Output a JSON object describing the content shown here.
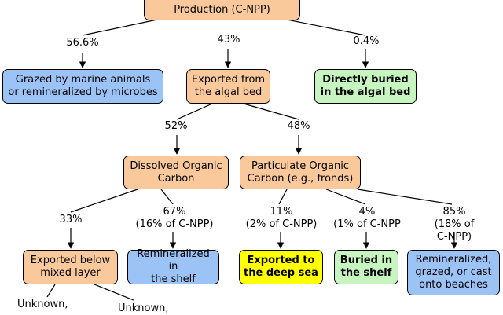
{
  "nodes": {
    "root": "Production (C-NPP)",
    "grazed": "Grazed by marine animals\nor remineralized by microbes",
    "exported_algal": "Exported from\nthe algal bed",
    "buried_algal": "Directly buried\nin the algal bed",
    "doc": "Dissolved Organic\nCarbon",
    "poc": "Particulate Organic\nCarbon (e.g., fronds)",
    "exported_below": "Exported below\nmixed layer",
    "remin_shelf": "Remineralized in\nthe shelf",
    "deep_sea": "Exported to\nthe deep sea",
    "buried_shelf": "Buried in\nthe shelf",
    "remin_beaches": "Remineralized,\ngrazed, or cast\nonto beaches"
  },
  "labels": {
    "p_grazed": "56.6%",
    "p_exported": "43%",
    "p_buried": "0.4%",
    "p_doc": "52%",
    "p_poc": "48%",
    "p_below": "33%",
    "p_remin_shelf": "67%\n(16% of C-NPP)",
    "p_deep": "11%\n(2% of C-NPP)",
    "p_buried_shelf": "4%\n(1% of C-NPP",
    "p_beaches": "85%\n(18% of C-NPP)",
    "unknown_1": "Unknown,",
    "unknown_2": "Unknown,"
  },
  "colors": {
    "orange": "#f9c89b",
    "blue": "#9cc3f5",
    "green": "#c6f5c0",
    "yellow": "#ffff00"
  }
}
